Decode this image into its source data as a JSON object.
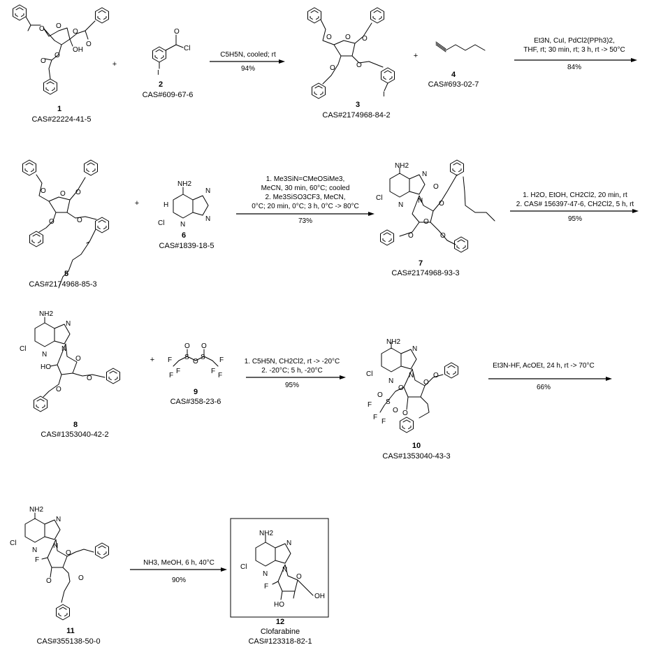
{
  "compounds": [
    {
      "id": "c1",
      "number": "1",
      "cas": "CAS#22224-41-5"
    },
    {
      "id": "c2",
      "number": "2",
      "cas": "CAS#609-67-6"
    },
    {
      "id": "c3",
      "number": "3",
      "cas": "CAS#2174968-84-2"
    },
    {
      "id": "c4",
      "number": "4",
      "cas": "CAS#693-02-7"
    },
    {
      "id": "c5",
      "number": "5",
      "cas": "CAS#2174968-85-3"
    },
    {
      "id": "c6",
      "number": "6",
      "cas": "CAS#1839-18-5"
    },
    {
      "id": "c7",
      "number": "7",
      "cas": "CAS#2174968-93-3"
    },
    {
      "id": "c8",
      "number": "8",
      "cas": "CAS#1353040-42-2"
    },
    {
      "id": "c9",
      "number": "9",
      "cas": "CAS#358-23-6"
    },
    {
      "id": "c10",
      "number": "10",
      "cas": "CAS#1353040-43-3"
    },
    {
      "id": "c11",
      "number": "11",
      "cas": "CAS#355138-50-0"
    },
    {
      "id": "c12",
      "number": "12",
      "name": "Clofarabine",
      "cas": "CAS#123318-82-1"
    }
  ],
  "steps": [
    {
      "id": "s1",
      "conditions": [
        "C5H5N, cooled; rt"
      ],
      "yield": "94%"
    },
    {
      "id": "s2",
      "conditions": [
        "Et3N, CuI, PdCl2(PPh3)2,",
        "THF, rt; 30 min, rt; 3 h, rt -> 50°C"
      ],
      "yield": "84%"
    },
    {
      "id": "s3",
      "conditions": [
        "1. Me3SiN=CMeOSiMe3,",
        "MeCN, 30 min, 60°C; cooled",
        "2. Me3SiSO3CF3, MeCN,",
        "0°C; 20 min, 0°C; 3 h, 0°C -> 80°C"
      ],
      "yield": "73%"
    },
    {
      "id": "s4",
      "conditions": [
        "1. H2O, EtOH, CH2Cl2, 20 min, rt",
        "2. CAS# 156397-47-6, CH2Cl2, 5 h, rt"
      ],
      "yield": "95%"
    },
    {
      "id": "s5",
      "conditions": [
        "1. C5H5N, CH2Cl2, rt -> -20°C",
        "2. -20°C; 5 h, -20°C"
      ],
      "yield": "95%"
    },
    {
      "id": "s6",
      "conditions": [
        "Et3N-HF, AcOEt, 24 h, rt -> 70°C"
      ],
      "yield": "66%"
    },
    {
      "id": "s7",
      "conditions": [
        "NH3, MeOH, 6 h, 40°C"
      ],
      "yield": "90%"
    }
  ],
  "plus_sign": "+",
  "atom_labels": {
    "O": "O",
    "OH": "OH",
    "HO": "HO",
    "Cl": "Cl",
    "I": "I",
    "N": "N",
    "NH2": "NH2",
    "H": "H",
    "S": "S",
    "F": "F"
  }
}
